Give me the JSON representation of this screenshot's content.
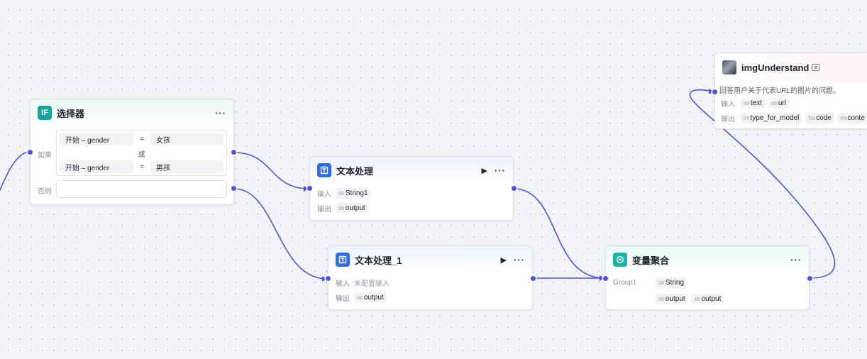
{
  "nodes": {
    "selector": {
      "icon_text": "IF",
      "title": "选择器",
      "more": "···",
      "if_label": "如果",
      "else_label": "否则",
      "or_label": "或",
      "conditions": [
        {
          "left": "开始 – gender",
          "op": "=",
          "right": "女孩"
        },
        {
          "left": "开始 – gender",
          "op": "=",
          "right": "男孩"
        }
      ]
    },
    "text_process": {
      "title": "文本处理",
      "run": "▶",
      "more": "···",
      "input_label": "输入",
      "output_label": "输出",
      "inputs": [
        {
          "type": "str",
          "name": "String1"
        }
      ],
      "outputs": [
        {
          "type": "str",
          "name": "output"
        }
      ]
    },
    "text_process_1": {
      "title": "文本处理_1",
      "run": "▶",
      "more": "···",
      "input_label": "输入",
      "input_placeholder": "未配置输入",
      "output_label": "输出",
      "outputs": [
        {
          "type": "str",
          "name": "output"
        }
      ]
    },
    "var_aggregate": {
      "title": "变量聚合",
      "more": "···",
      "group_label": "Group1",
      "group_type": "str",
      "group_value": "String",
      "outputs": [
        {
          "type": "str",
          "name": "output"
        },
        {
          "type": "str",
          "name": "output"
        }
      ]
    },
    "img_understand": {
      "title": "imgUnderstand",
      "description": "回答用户关于代表URL的图片的问题。",
      "input_label": "输入",
      "output_label": "输出",
      "inputs": [
        {
          "type": "str",
          "name": "text"
        },
        {
          "type": "str",
          "name": "url"
        }
      ],
      "outputs": [
        {
          "type": "int",
          "name": "type_for_model"
        },
        {
          "type": "Ns",
          "name": "code"
        },
        {
          "type": "int",
          "name": "conte"
        }
      ]
    }
  },
  "colors": {
    "edge": "#4d53e8",
    "canvas": "#f3f4f8"
  },
  "icons": [
    "if-icon",
    "text-process-icon",
    "variable-aggregate-icon",
    "plugin-image-icon",
    "play-icon",
    "more-icon"
  ]
}
